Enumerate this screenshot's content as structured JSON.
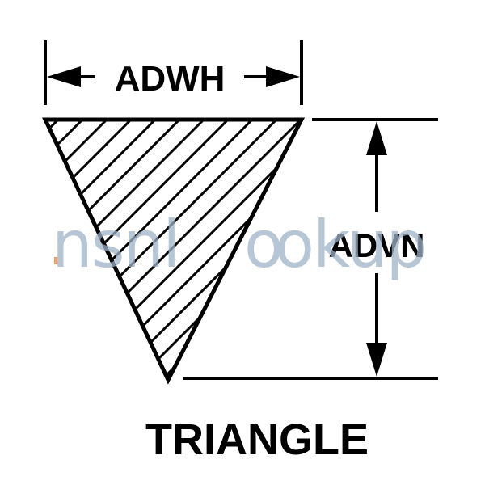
{
  "diagram": {
    "width_label": "ADWH",
    "height_label": "ADVN",
    "caption": "TRIANGLE",
    "watermark": {
      "prefix_text": "nsnl",
      "suffix_text": "okup",
      "color": "#9fb3c8",
      "accent_color": "#f08040"
    },
    "colors": {
      "stroke": "#000000",
      "hatch": "#000000",
      "background": "#ffffff"
    }
  }
}
